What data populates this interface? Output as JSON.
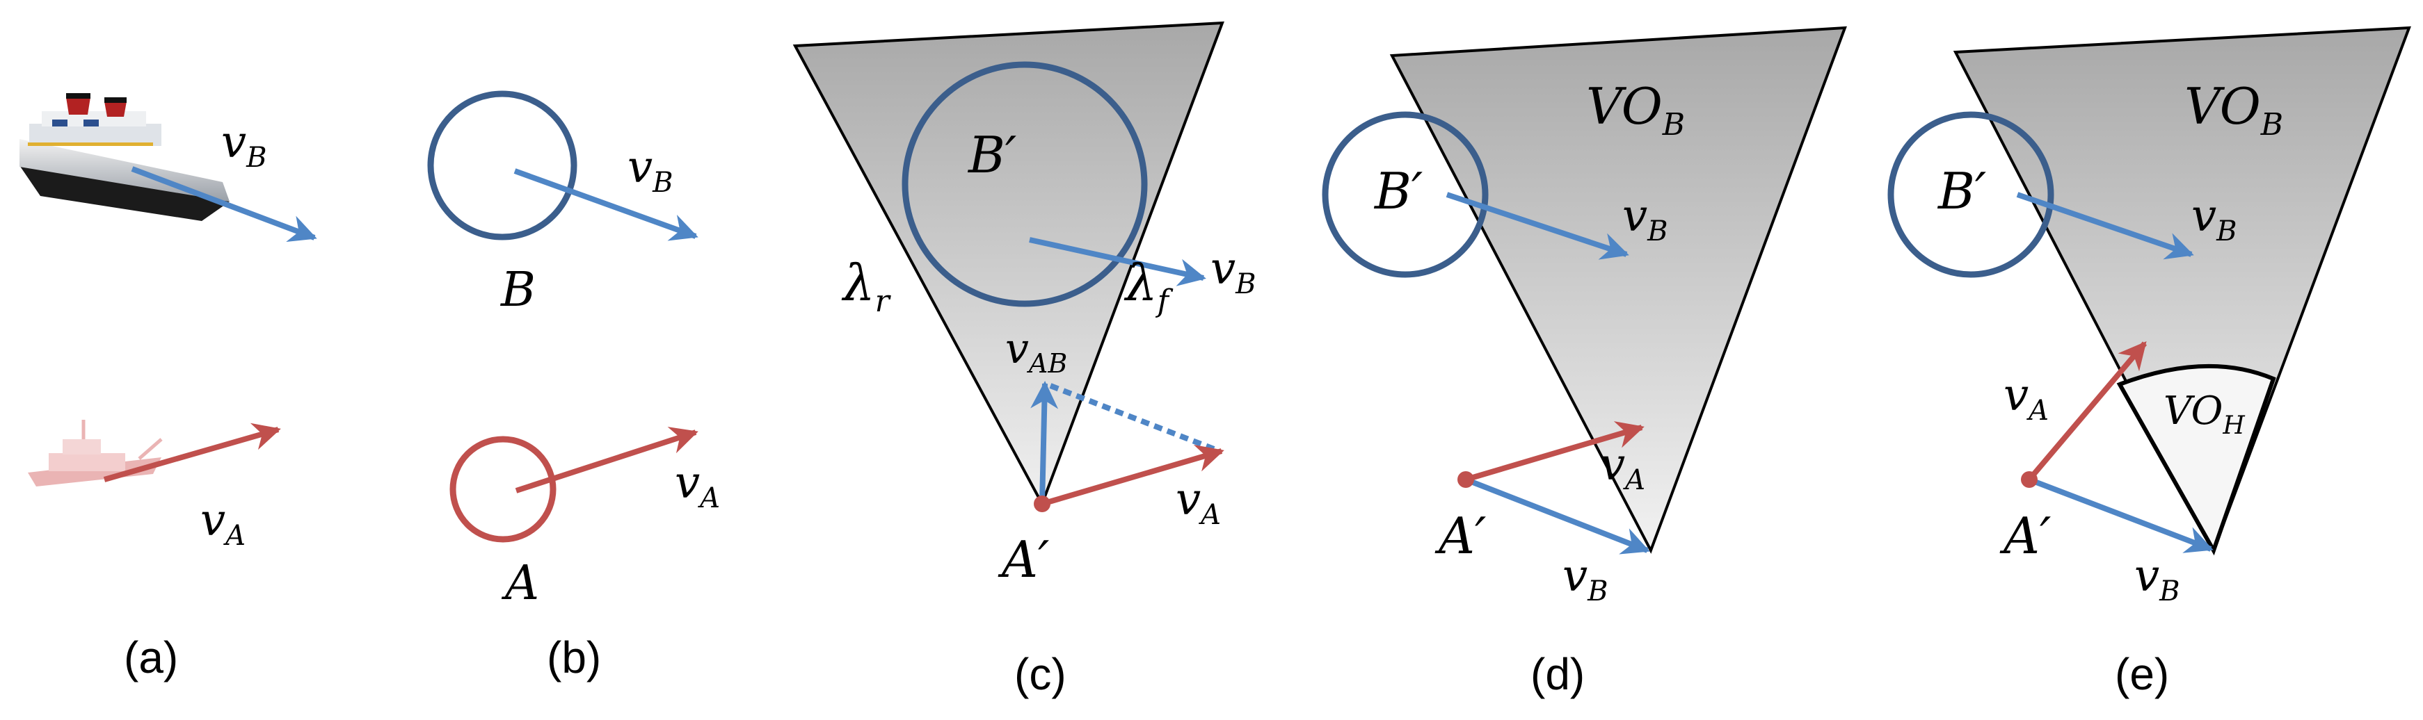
{
  "figure": {
    "panels": [
      {
        "id": "a",
        "label": "(a)"
      },
      {
        "id": "b",
        "label": "(b)"
      },
      {
        "id": "c",
        "label": "(c)"
      },
      {
        "id": "d",
        "label": "(d)"
      },
      {
        "id": "e",
        "label": "(e)"
      }
    ],
    "symbols": {
      "v": "v",
      "sub_A": "A",
      "sub_B": "B",
      "sub_AB": "AB",
      "sub_r": "r",
      "sub_f": "f",
      "sub_H": "H",
      "A": "A",
      "B": "B",
      "A_prime": "A′",
      "B_prime": "B′",
      "lambda": "λ",
      "VO": "VO"
    },
    "colors": {
      "ship_b_vector": "#4f86c6",
      "ship_a_vector": "#c0504d",
      "circle_b": "#3b5e8c",
      "circle_a": "#c0504d",
      "cone_fill_top": "#a6a6a6",
      "cone_fill_bottom": "#ececec"
    },
    "icons": [
      "cruise-ship-icon",
      "research-vessel-icon"
    ]
  }
}
